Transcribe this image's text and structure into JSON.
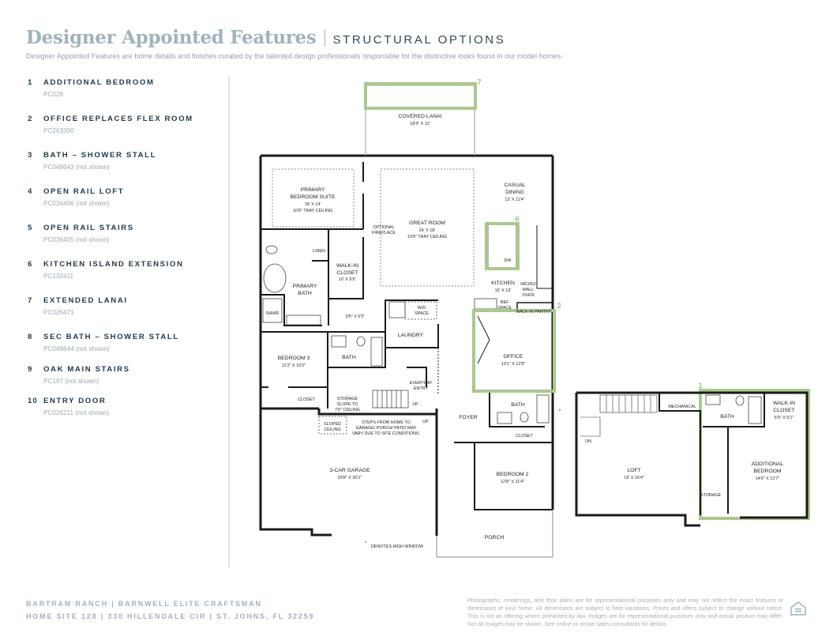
{
  "header": {
    "title": "Designer Appointed Features",
    "subtitle": "STRUCTURAL OPTIONS",
    "intro": "Designer Appointed Features are home details and finishes curated by the talented design professionals responsible for the distinctive looks found in our model homes."
  },
  "options": [
    {
      "num": "1",
      "name": "ADDITIONAL BEDROOM",
      "code": "PC028"
    },
    {
      "num": "2",
      "name": "OFFICE REPLACES FLEX ROOM",
      "code": "PC263300"
    },
    {
      "num": "3",
      "name": "BATH – SHOWER STALL",
      "code": "PC048643 (not shown)"
    },
    {
      "num": "4",
      "name": "OPEN RAIL LOFT",
      "code": "PC036406 (not shown)"
    },
    {
      "num": "5",
      "name": "OPEN RAIL STAIRS",
      "code": "PC036405 (not shown)"
    },
    {
      "num": "6",
      "name": "KITCHEN ISLAND EXTENSION",
      "code": "PC132411"
    },
    {
      "num": "7",
      "name": "EXTENDED LANAI",
      "code": "PC026471"
    },
    {
      "num": "8",
      "name": "SEC BATH – SHOWER STALL",
      "code": "PC048644 (not shown)"
    },
    {
      "num": "9",
      "name": "OAK MAIN STAIRS",
      "code": "PC197 (not shown)"
    },
    {
      "num": "10",
      "name": "ENTRY DOOR",
      "code": "PC026211 (not shown)"
    }
  ],
  "plan": {
    "covered_lanai": {
      "name": "COVERED LANAI",
      "dims": "18'4\" X 12'"
    },
    "primary_suite": {
      "name1": "PRIMARY",
      "name2": "BEDROOM SUITE",
      "dims": "18' X 14'",
      "ceiling": "10'8\" TRAY CEILING"
    },
    "great_room": {
      "name": "GREAT ROOM",
      "dims": "24' X 18'",
      "ceiling": "10'8\" TRAY CEILING"
    },
    "optional_fireplace": {
      "line1": "OPTIONAL",
      "line2": "FIREPLACE"
    },
    "casual_dining": {
      "name1": "CASUAL",
      "name2": "DINING",
      "dims": "13' X 11'4\""
    },
    "kitchen": {
      "name": "KITCHEN",
      "dims": "15' X 13'"
    },
    "micro": {
      "line1": "MICRO/",
      "line2": "WALL",
      "line3": "OVEN"
    },
    "dw": "DW",
    "ref": {
      "line1": "REF",
      "line2": "SPACE"
    },
    "walkin_pantry": "WALK-IN PANTRY",
    "linen": "LINEN",
    "walkin_closet": {
      "name1": "WALK-IN",
      "name2": "CLOSET",
      "dims": "10' X 6'5\""
    },
    "primary_bath": {
      "name1": "PRIMARY",
      "name2": "BATH"
    },
    "shwr": "SHWR",
    "hall_dims": "9'5\" X 5'5\"",
    "wd_space": {
      "line1": "W/D",
      "line2": "SPACE"
    },
    "laundry": "LAUNDRY",
    "office": {
      "name": "OFFICE",
      "dims": "13'1\" X 12'8\""
    },
    "bedroom3": {
      "name": "BEDROOM 3",
      "dims": "11'2\" X 10'2\""
    },
    "bath_left": "BATH",
    "everyday_entry": {
      "line1": "EVERYDAY",
      "line2": "ENTRY"
    },
    "closet_left": "CLOSET",
    "storage_slope": {
      "line1": "STORAGE",
      "line2": "SLOPE TO",
      "line3": "7'6\" CEILING"
    },
    "up1": "UP",
    "up2": "UP",
    "sloped_ceiling": {
      "line1": "SLOPED",
      "line2": "CEILING"
    },
    "steps_note": {
      "line1": "STEPS FROM HOME TO",
      "line2": "GARAGE/ PORCH/ PATIO MAY",
      "line3": "VARY DUE TO SITE CONDITIONS."
    },
    "foyer": "FOYER",
    "bath_front": "BATH",
    "closet_front": "CLOSET",
    "garage": {
      "name": "3-CAR GARAGE",
      "dims": "29'8\" X 20'1\""
    },
    "bedroom2": {
      "name": "BEDROOM 2",
      "dims": "12'8\" X 11'4\""
    },
    "porch": "PORCH",
    "high_window": "DENOTES HIGH WINDOW",
    "asterisk": "*",
    "upper": {
      "mechanical": "MECHANICAL",
      "bath": "BATH",
      "walkin_closet": {
        "name1": "WALK-IN",
        "name2": "CLOSET",
        "dims": "6'9\" X 5'1\""
      },
      "dn": "DN",
      "loft": {
        "name": "LOFT",
        "dims": "19' X 16'4\""
      },
      "additional_bedroom": {
        "name1": "ADDITIONAL",
        "name2": "BEDROOM",
        "dims": "14'6\" X 12'7\""
      },
      "storage": "STORAGE"
    },
    "markers": {
      "m1": "1",
      "m2": "2",
      "m6": "6",
      "m7": "7"
    }
  },
  "footer": {
    "line1": "BARTRAM RANCH  |  BARNWELL ELITE CRAFTSMAN",
    "line2": "HOME SITE 128  |  330 HILLENDALE CIR  |  ST. JOHNS, FL 32259",
    "disclaimer": "Photographs, renderings, and floor plans are for representational purposes only and may not reflect the exact features or dimensions of your home. All dimensions are subject to field variations. Prices and offers subject to change without notice. This is not an offering where prohibited by law. Images are for representational purposes only and actual product may differ. Not all images may be shown. See online or onsite sales consultants for details."
  },
  "colors": {
    "accent_green": "#a9c98c",
    "title_blue": "#9fb3bd",
    "navy": "#1f3a4d"
  }
}
